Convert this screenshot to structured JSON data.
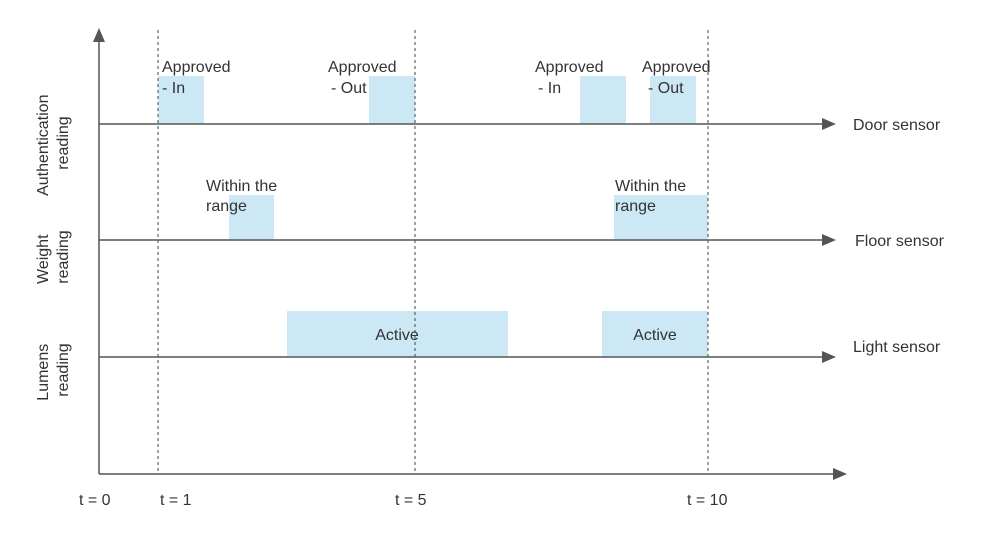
{
  "diagram": {
    "y_axis_labels": [
      {
        "lines": [
          "Authentication",
          "reading"
        ]
      },
      {
        "lines": [
          "Weight",
          "reading"
        ]
      },
      {
        "lines": [
          "Lumens",
          "reading"
        ]
      }
    ],
    "sensor_labels": [
      "Door sensor",
      "Floor sensor",
      "Light sensor"
    ],
    "time_labels": [
      "t = 0",
      "t = 1",
      "t = 5",
      "t = 10"
    ],
    "events": {
      "door": [
        {
          "lines": [
            "Approved",
            "- In"
          ]
        },
        {
          "lines": [
            "Approved",
            "- Out"
          ]
        },
        {
          "lines": [
            "Approved",
            "- In"
          ]
        },
        {
          "lines": [
            "Approved",
            "- Out"
          ]
        }
      ],
      "floor": [
        {
          "lines": [
            "Within the",
            "range"
          ]
        },
        {
          "lines": [
            "Within the",
            "range"
          ]
        }
      ],
      "light": [
        {
          "lines": [
            "Active"
          ]
        },
        {
          "lines": [
            "Active"
          ]
        }
      ]
    },
    "colors": {
      "block_fill": "#cce8f5",
      "axis_line": "#555555",
      "guide_line": "#444444",
      "text": "#333333"
    }
  }
}
